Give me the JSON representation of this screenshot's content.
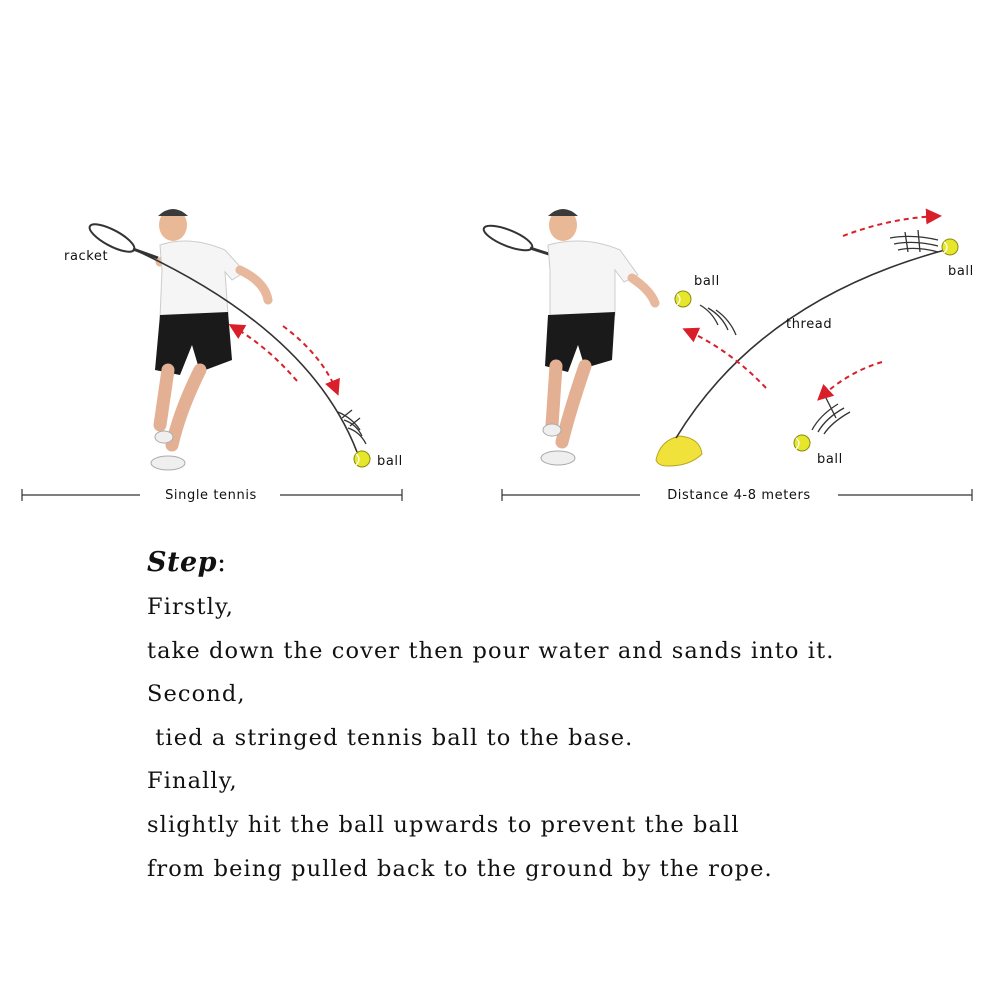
{
  "diagram": {
    "left_panel": {
      "racket_label": "racket",
      "ball_label": "ball",
      "dimension_label": "Single tennis"
    },
    "right_panel": {
      "ball_label_upper_left": "ball",
      "ball_label_upper_right": "ball",
      "thread_label": "thread",
      "ball_label_lower": "ball",
      "dimension_label": "Distance 4-8 meters"
    },
    "colors": {
      "ball": "#e6e62a",
      "arrow": "#d9202a",
      "base": "#f0e23a",
      "line": "#333333"
    }
  },
  "steps": {
    "title": "Step",
    "colon": ":",
    "lines": [
      "Firstly,",
      "take down the cover then pour water and sands into it.",
      "Second,",
      " tied a stringed tennis ball to the base.",
      "Finally,",
      "slightly hit the ball upwards to prevent the ball",
      "from being pulled back to the ground by the rope."
    ]
  }
}
